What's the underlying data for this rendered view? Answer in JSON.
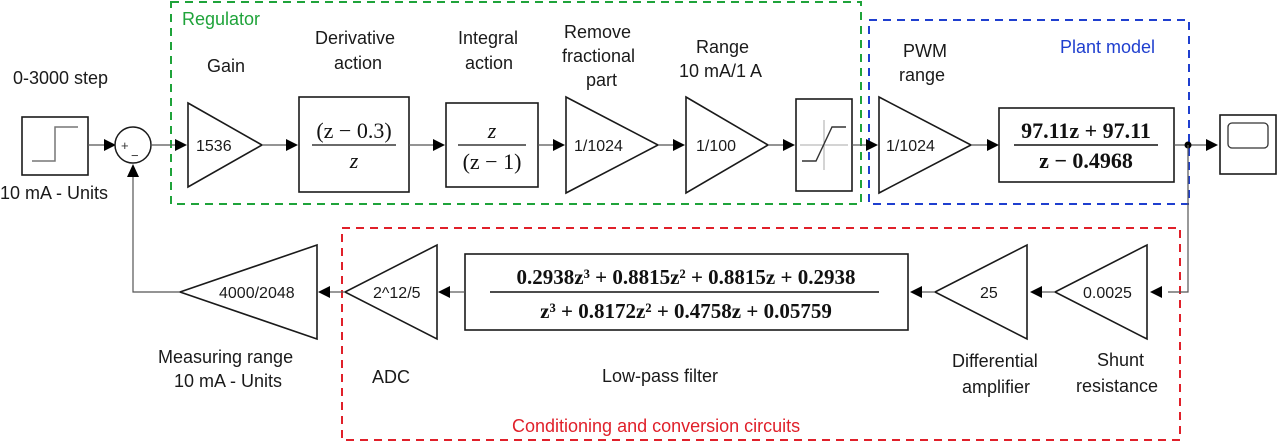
{
  "groups": {
    "regulator": {
      "title": "Regulator",
      "color": "#1fa33a"
    },
    "plant": {
      "title": "Plant model",
      "color": "#1f3fcf"
    },
    "conditioning": {
      "title": "Conditioning and conversion circuits",
      "color": "#e0202a"
    }
  },
  "source": {
    "label": "0-3000 step",
    "sublabel": "10 mA - Units",
    "icon": "step-icon"
  },
  "sum": {
    "plus": "+",
    "minus": "−"
  },
  "forward": {
    "gain": {
      "label": "Gain",
      "value": "1536"
    },
    "derivative": {
      "label_line1": "Derivative",
      "label_line2": "action",
      "num": "(z − 0.3)",
      "den": "z"
    },
    "integral": {
      "label_line1": "Integral",
      "label_line2": "action",
      "num": "z",
      "den": "(z − 1)"
    },
    "remove_frac": {
      "label_line1": "Remove",
      "label_line2": "fractional",
      "label_line3": "part",
      "value": "1/1024"
    },
    "range": {
      "label_line1": "Range",
      "label_line2": "10 mA/1 A",
      "value": "1/100"
    },
    "saturation": {
      "icon": "saturation-icon"
    },
    "pwm": {
      "label_line1": "PWM",
      "label_line2": "range",
      "value": "1/1024"
    },
    "plant_tf": {
      "num": "97.11z + 97.11",
      "den": "z − 0.4968"
    },
    "scope": {
      "icon": "scope-icon"
    }
  },
  "feedback": {
    "shunt": {
      "label_line1": "Shunt",
      "label_line2": "resistance",
      "value": "0.0025"
    },
    "diff_amp": {
      "label_line1": "Differential",
      "label_line2": "amplifier",
      "value": "25"
    },
    "lpf": {
      "label": "Low-pass filter",
      "num": "0.2938z³ + 0.8815z² + 0.8815z + 0.2938",
      "den": "z³ + 0.8172z² + 0.4758z + 0.05759"
    },
    "adc": {
      "label": "ADC",
      "value": "2^12/5"
    },
    "measuring": {
      "label_line1": "Measuring range",
      "label_line2": "10 mA - Units",
      "value": "4000/2048"
    }
  }
}
